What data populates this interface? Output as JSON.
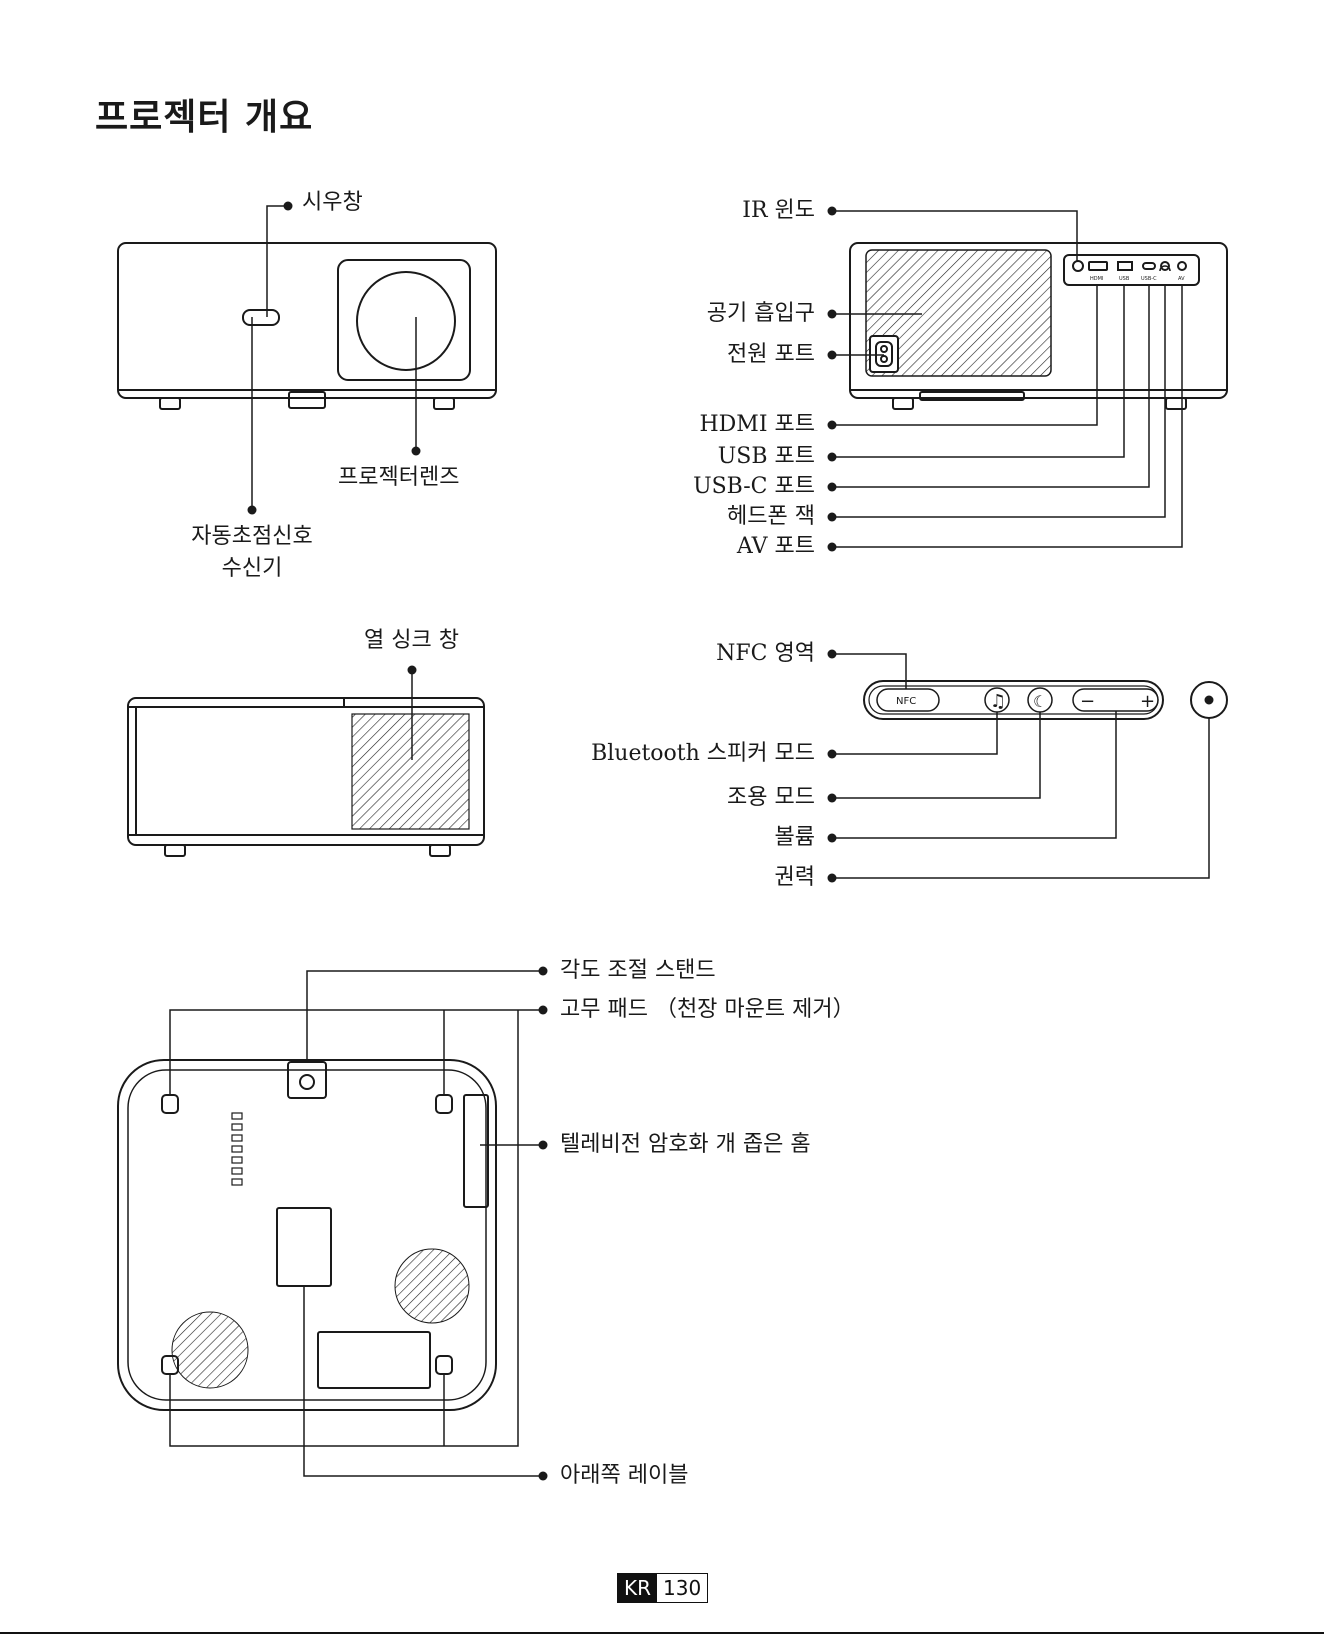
{
  "title": "프로젝터 개요",
  "front": {
    "viewing_window": "시우창",
    "projector_lens": "프로젝터렌즈",
    "autofocus_receiver_line1": "자동초점신호",
    "autofocus_receiver_line2": "수신기"
  },
  "side": {
    "heat_sink_window": "열 싱크 창"
  },
  "rear": {
    "ir_window": "IR 윈도",
    "air_intake": "공기 흡입구",
    "power_port": "전원 포트",
    "hdmi_port": "HDMI 포트",
    "usb_port": "USB 포트",
    "usbc_port": "USB-C 포트",
    "headphone_jack": "헤드폰 잭",
    "av_port": "AV 포트",
    "port_labels": [
      "HDMI",
      "USB",
      "USB-C",
      "AV"
    ]
  },
  "top_panel": {
    "nfc_area": "NFC 영역",
    "nfc_text": "NFC",
    "bluetooth_mode": "Bluetooth 스피커 모드",
    "ambient_mode": "조용 모드",
    "volume": "볼륨",
    "power": "권력",
    "minus": "−",
    "plus": "+"
  },
  "bottom": {
    "angle_stand": "각도 조절 스탠드",
    "rubber_pad": "고무 패드 （천장 마운트 제거）",
    "tv_slot": "텔레비전 암호화 개 좁은 홈",
    "bottom_label": "아래쪽 레이블"
  },
  "footer": {
    "lang": "KR",
    "page": "130"
  }
}
